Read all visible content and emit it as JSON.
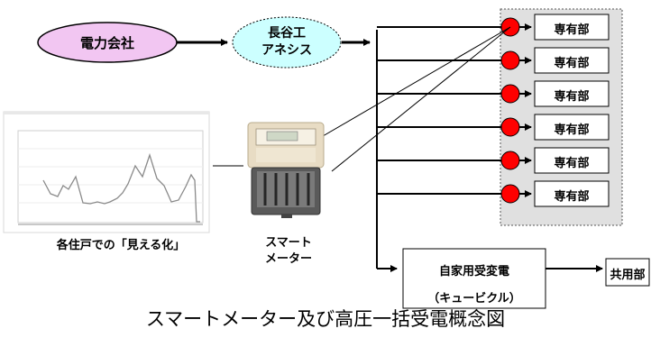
{
  "power_company": "電力会社",
  "provider": {
    "line1": "長谷工",
    "line2": "アネシス"
  },
  "private_unit_label": "専有部",
  "private_unit_count": 6,
  "substation": {
    "line1": "自家用受変電",
    "line2": "（キュービクル）"
  },
  "common_area": "共用部",
  "home_display_caption": "各住戸での「見える化」",
  "smart_meter_caption": {
    "line1": "スマート",
    "line2": "メーター"
  },
  "footer_title": "スマートメーター及び高圧一括受電概念図",
  "colors": {
    "power_company_fill": "#f2c6f2",
    "provider_fill": "#ccffff",
    "meter_dot": "#ff0000",
    "panel_fill": "#e0e0e0",
    "box_fill": "#ffffff"
  }
}
